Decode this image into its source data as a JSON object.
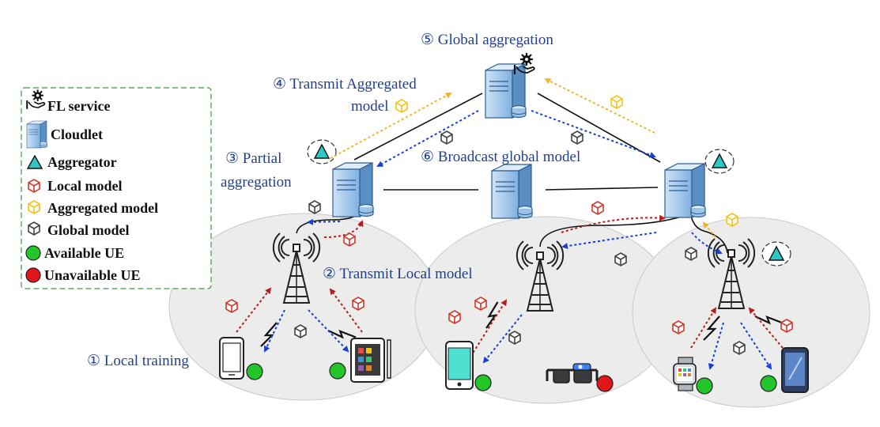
{
  "steps": {
    "global_aggregation": "⑤ Global aggregation",
    "transmit_aggregated_line1": "④ Transmit Aggregated",
    "transmit_aggregated_line2": "model",
    "partial_line1": "③ Partial",
    "partial_line2": "aggregation",
    "broadcast": "⑥ Broadcast global model",
    "transmit_local": "② Transmit Local model",
    "local_training": "① Local training"
  },
  "legend": {
    "fl_service": "FL service",
    "cloudlet": "Cloudlet",
    "aggregator": "Aggregator",
    "local_model": "Local model",
    "aggregated_model": "Aggregated model",
    "global_model": "Global model",
    "available_ue": "Available UE",
    "unavailable_ue": "Unavailable UE"
  },
  "colors": {
    "step_text": "#1f3f8f",
    "local_model": "#c0392b",
    "aggregated_model": "#f1c40f",
    "global_model": "#444444",
    "available_ue": "#22c52a",
    "unavailable_ue": "#e0161b",
    "aggregator": "#2fc6c6",
    "cloudlet": "#5b9bd5",
    "downlink_arrow": "#1a3fd6",
    "uplink_arrow": "#b21f1f",
    "aggregated_arrow": "#f0b429",
    "cluster_fill": "#ececec",
    "legend_border": "#3a9a3a"
  },
  "icons": [
    "fl-service-icon",
    "cloudlet-icon",
    "aggregator-icon",
    "cube-icon",
    "tower-icon",
    "phone-icon",
    "tablet-icon",
    "smart-glasses-icon",
    "smartwatch-icon"
  ]
}
